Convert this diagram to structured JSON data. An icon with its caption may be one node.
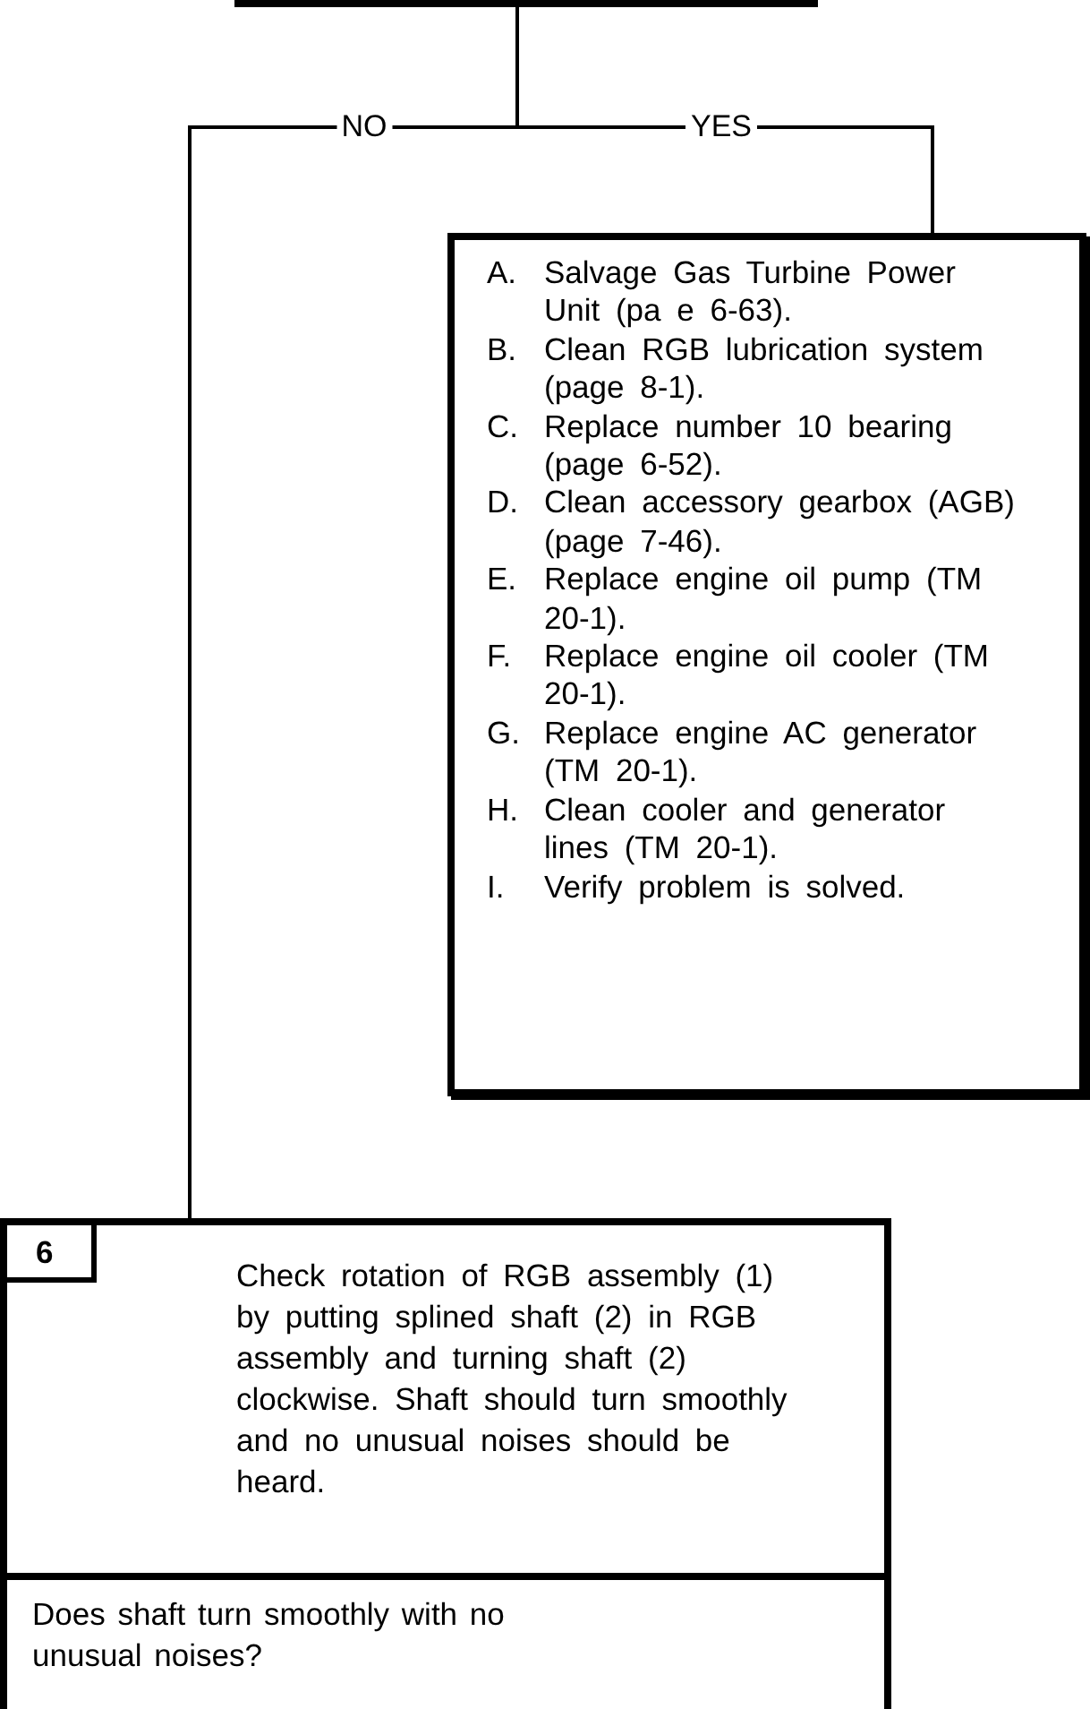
{
  "diagram": {
    "nodes": [
      {
        "text": [],
        "shape": "bar"
      },
      {
        "text": [
          "A.",
          "Salvage Gas Turbine Power Unit (pa e 6-63).",
          "B.",
          "Clean RGB lubrication system (page 8-1).",
          "C.",
          "Replace number 10 bearing (page 6-52).",
          "D.",
          "Clean accessory gearbox (AGB) (page 7-46).",
          "E.",
          "Replace engine oil pump (TM 20-1).",
          "F.",
          "Replace engine oil cooler (TM 20-1).",
          "G.",
          "Replace engine AC generator (TM 20-1).",
          "H.",
          "Clean cooler and generator lines (TM 20-1).",
          "I.",
          "Verify problem is solved."
        ]
      },
      {
        "text": [
          "Check rotation of RGB assembly (1) by putting splined shaft (2) in RGB assembly and turning shaft (2) clockwise. Shaft should turn smoothly and no unusual noises should be heard."
        ]
      },
      {
        "text": [
          "6"
        ],
        "in": 2
      },
      {
        "text": [
          "Does shaft turn smoothly with no unusual noises?"
        ],
        "in": 2
      }
    ],
    "edges": [
      {
        "from": 0,
        "to": 2,
        "arrow": "none",
        "label": "NO"
      },
      {
        "from": 0,
        "to": 1,
        "arrow": "none",
        "label": "YES"
      }
    ]
  }
}
